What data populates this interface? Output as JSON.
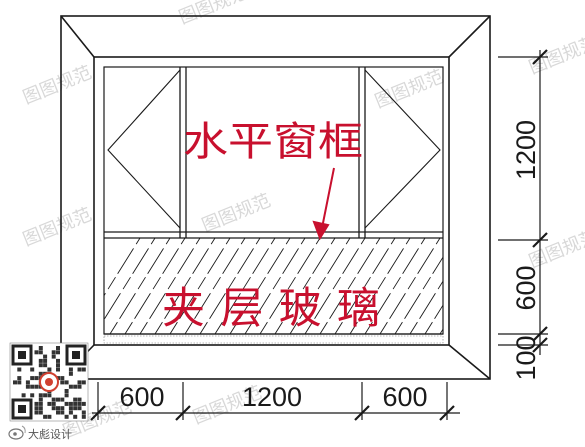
{
  "annotations": {
    "horizontal_frame": "水平窗框",
    "laminated_glass": "夹层玻璃"
  },
  "dimensions": {
    "bottom": [
      "600",
      "1200",
      "600"
    ],
    "right": [
      "1200",
      "600",
      "100"
    ]
  },
  "watermark": "图图规范",
  "brand": {
    "label": "大彪设计",
    "icon": "weibo-icon"
  },
  "colors": {
    "annotation": "#c8102e",
    "line": "#1a1a1a",
    "watermark": "#cfcfcf"
  }
}
